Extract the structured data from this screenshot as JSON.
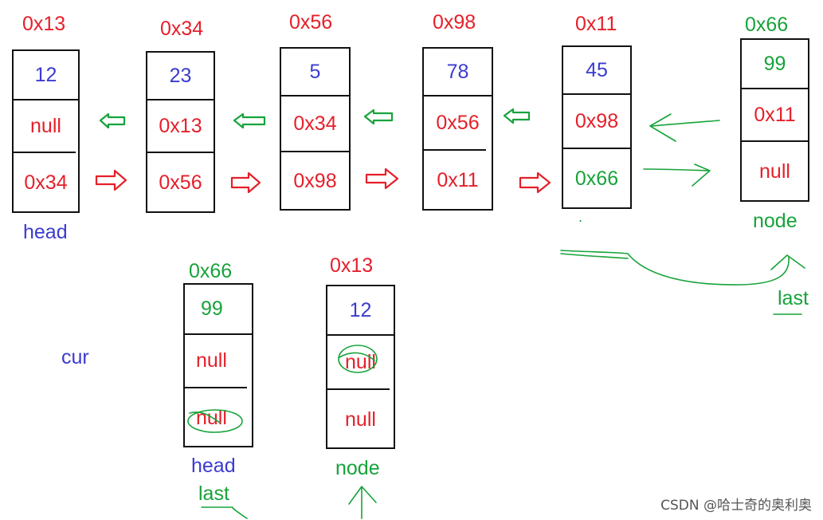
{
  "top_nodes": [
    {
      "addr": "0x13",
      "val": "12",
      "prev": "null",
      "next": "0x34"
    },
    {
      "addr": "0x34",
      "val": "23",
      "prev": "0x13",
      "next": "0x56"
    },
    {
      "addr": "0x56",
      "val": "5",
      "prev": "0x34",
      "next": "0x98"
    },
    {
      "addr": "0x98",
      "val": "78",
      "prev": "0x56",
      "next": "0x11"
    },
    {
      "addr": "0x11",
      "val": "45",
      "prev": "0x98",
      "next": "0x66"
    },
    {
      "addr": "0x66",
      "val": "99",
      "prev": "0x11",
      "next": "null"
    }
  ],
  "bottom_nodes": [
    {
      "addr": "0x66",
      "val": "99",
      "prev": "null",
      "next": "null"
    },
    {
      "addr": "0x13",
      "val": "12",
      "prev": "null",
      "next": "null"
    }
  ],
  "labels": {
    "head_top": "head",
    "node_top": "node",
    "last_top": "last",
    "cur": "cur",
    "head_bottom": "head",
    "last_bottom": "last",
    "node_bottom": "node",
    "dot": "."
  },
  "watermark": "CSDN @哈士奇的奥利奥"
}
